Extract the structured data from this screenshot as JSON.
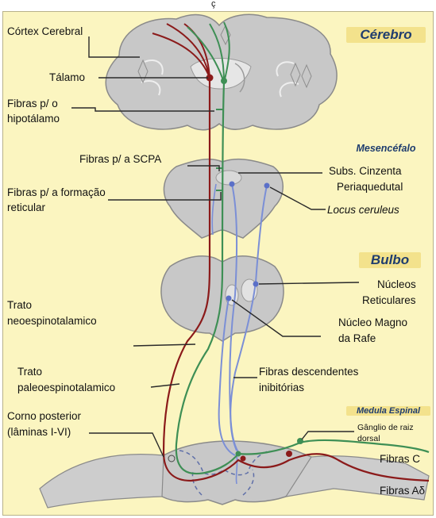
{
  "top_mark": "ç",
  "regions": {
    "cerebro": "Cérebro",
    "mesencefalo": "Mesencéfalo",
    "bulbo": "Bulbo",
    "medula": "Medula Espinal"
  },
  "labels": {
    "cortex": "Córtex Cerebral",
    "talamo": "Tálamo",
    "hipotalamo_1": "Fibras p/ o",
    "hipotalamo_2": "hipotálamo",
    "scpa": "Fibras p/ a SCPA",
    "reticular_1": "Fibras p/ a formação",
    "reticular_2": "reticular",
    "subs_1": "Subs. Cinzenta",
    "subs_2": "Periaquedutal",
    "locus": "Locus ceruleus",
    "nucleos_1": "Núcleos",
    "nucleos_2": "Reticulares",
    "magno_1": "Núcleo Magno",
    "magno_2": "da Rafe",
    "neo_1": "Trato",
    "neo_2": "neoespinotalamico",
    "paleo_1": "Trato",
    "paleo_2": "paleoespinotalamico",
    "fibras_desc_1": "Fibras descendentes",
    "fibras_desc_2": "inibitórias",
    "corno_1": "Corno posterior",
    "corno_2": "(lâminas I-VI)",
    "ganglio_1": "Gânglio de raiz",
    "ganglio_2": "dorsal",
    "fibras_c": "Fibras C",
    "fibras_ad": "Fibras Aδ"
  },
  "colors": {
    "background": "#fbf5c0",
    "tissue": "#c8c8c8",
    "tissue_edge": "#8a8a8a",
    "neo_tract": "#8b1a1a",
    "paleo_tract": "#3e8f55",
    "descending": "#7b8fd6",
    "leader": "#2a2a2a",
    "region_bg": "#f3e28c",
    "region_text": "#1f3d6e"
  }
}
